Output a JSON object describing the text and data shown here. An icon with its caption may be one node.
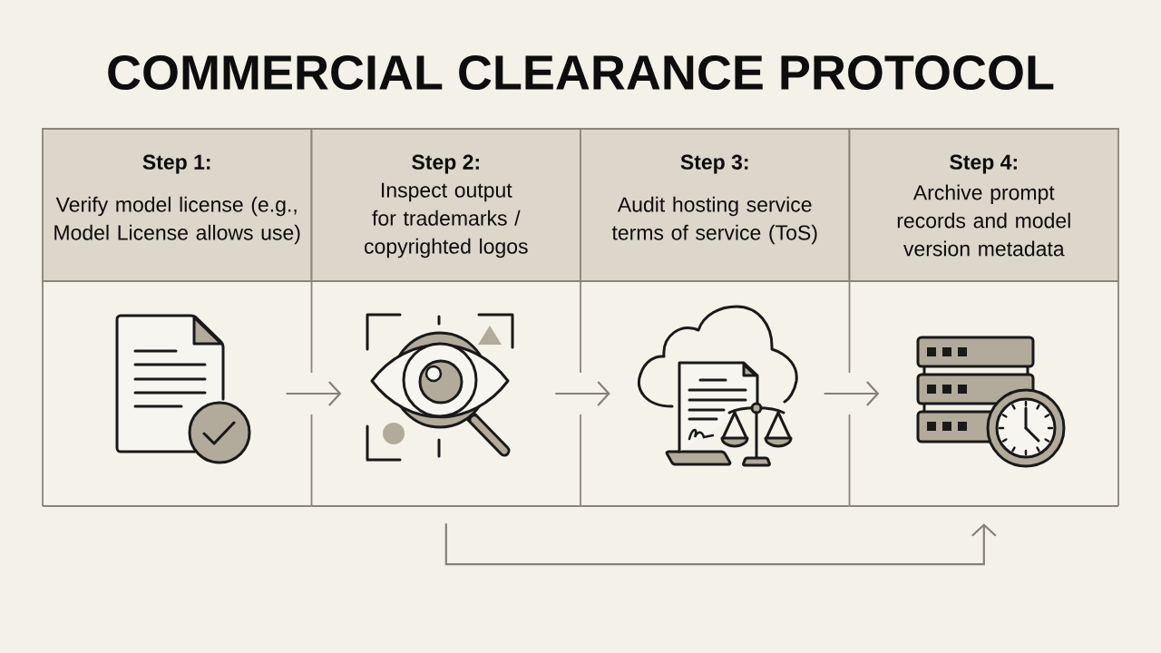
{
  "diagram": {
    "title": "COMMERCIAL CLEARANCE PROTOCOL",
    "nodes": [
      {
        "text": [
          "Step 1:",
          "Verify model license (e.g., Model License allows use)"
        ]
      },
      {
        "text": [
          "Step 2:",
          "Inspect output for trademarks / copyrighted logos"
        ]
      },
      {
        "text": [
          "Step 3:",
          "Audit hosting service terms of service (ToS)"
        ]
      },
      {
        "text": [
          "Step 4:",
          "Archive prompt records and model version metadata"
        ]
      },
      {
        "text": [],
        "shape": "picture"
      },
      {
        "text": [],
        "shape": "picture"
      },
      {
        "text": [],
        "shape": "picture"
      },
      {
        "text": [],
        "shape": "picture"
      }
    ],
    "edges": [
      {
        "from": 4,
        "to": 5,
        "arrow": "to"
      },
      {
        "from": 5,
        "to": 6,
        "arrow": "to"
      },
      {
        "from": 6,
        "to": 7,
        "arrow": "to"
      },
      {
        "from": 5,
        "to": 7,
        "arrow": "to"
      }
    ]
  }
}
